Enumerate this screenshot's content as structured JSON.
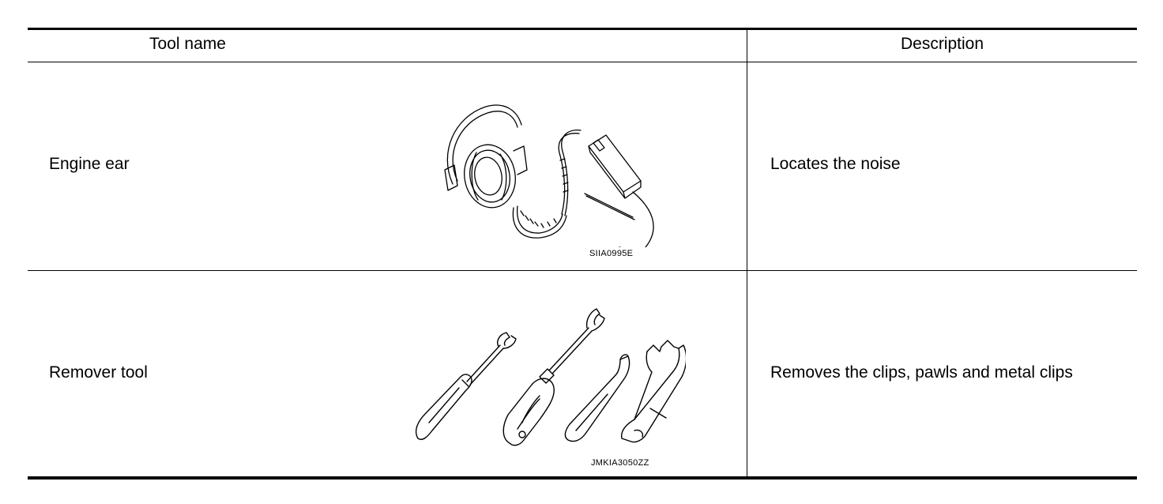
{
  "table": {
    "headers": {
      "tool_name": "Tool name",
      "description": "Description"
    },
    "rows": [
      {
        "tool_name": "Engine ear",
        "illustration": "engine-ear-illustration",
        "illustration_code": "SIIA0995E",
        "description": "Locates the noise"
      },
      {
        "tool_name": "Remover tool",
        "illustration": "remover-tool-illustration",
        "illustration_code": "JMKIA3050ZZ",
        "description": "Removes the clips, pawls and metal clips"
      }
    ]
  }
}
